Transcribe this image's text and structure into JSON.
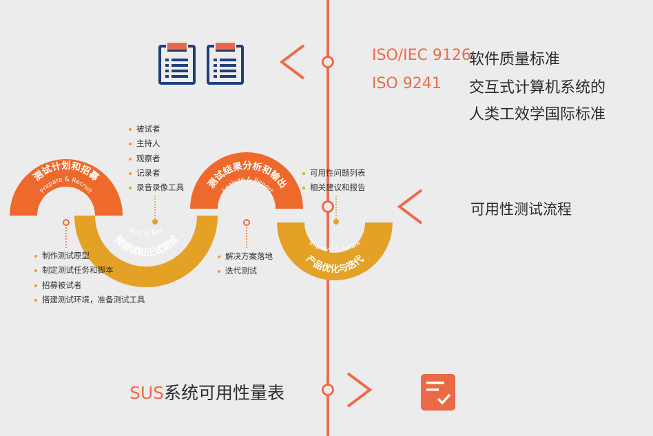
{
  "colors": {
    "accent": "#ef6a4a",
    "orange_band": "#ee6a2c",
    "yellow_band": "#e3a126",
    "navy": "#1d3f7a",
    "icon_orange": "#e96a45",
    "text": "#2b2b2b"
  },
  "standards": {
    "row1": {
      "code": "ISO/IEC 9126",
      "text": "软件质量标准"
    },
    "row2": {
      "code": "ISO 9241",
      "text_line1": "交互式计算机系统的",
      "text_line2": "人类工效学国际标准"
    }
  },
  "process_title": "可用性测试流程",
  "stages": [
    {
      "title": "测试计划和招募",
      "subtitle": "Prepare & Recruit",
      "bullets": [
        "制作测试原型",
        "制定测试任务和脚本",
        "招募被试者",
        "搭建测试环境，准备测试工具"
      ]
    },
    {
      "title": "预测试和正式测试",
      "subtitle": "Pilot & Test",
      "bullets": [
        "被试者",
        "主持人",
        "观察者",
        "记录者",
        "录音录像工具"
      ]
    },
    {
      "title": "测试结果分析和输出",
      "subtitle": "Analyze & Report",
      "bullets": [
        "解决方案落地",
        "迭代测试"
      ]
    },
    {
      "title": "产品优化与迭代",
      "subtitle": "Improve & Iterate",
      "bullets": [
        "可用性问题列表",
        "相关建议和报告"
      ]
    }
  ],
  "sus": {
    "highlight": "SUS",
    "rest": "系统可用性量表"
  },
  "icons": [
    "clipboard-icon",
    "clipboard-icon",
    "chevron-left-icon",
    "chevron-left-icon",
    "chevron-right-icon",
    "checklist-icon"
  ]
}
